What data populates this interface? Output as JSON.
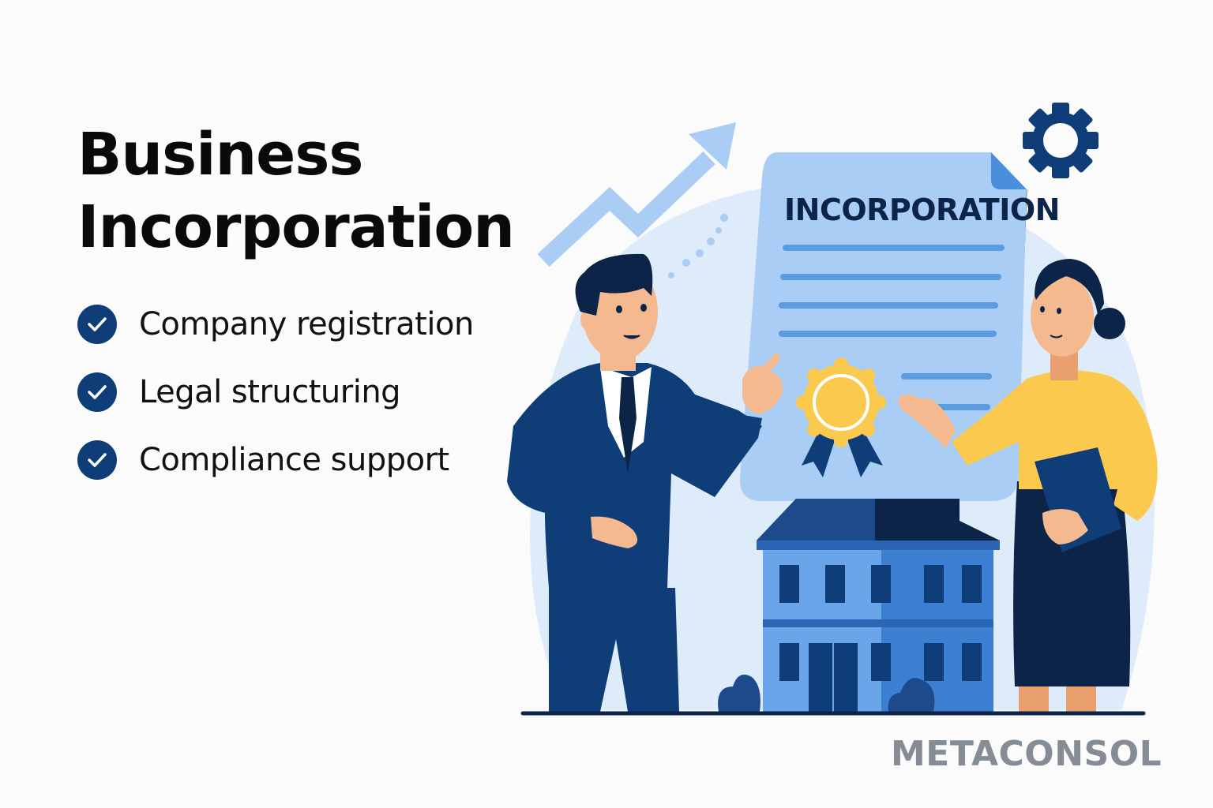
{
  "headline": {
    "line1": "Business",
    "line2": "Incorporation"
  },
  "features": [
    {
      "label": "Company registration",
      "icon": "check-circle-icon"
    },
    {
      "label": "Legal structuring",
      "icon": "check-circle-icon"
    },
    {
      "label": "Compliance support",
      "icon": "check-circle-icon"
    }
  ],
  "illustration": {
    "document_title": "INCORPORATION",
    "icons": [
      "trend-up-arrow-icon",
      "gear-icon",
      "award-seal-icon",
      "building-icon"
    ]
  },
  "brand": {
    "name": "METACONSOL"
  },
  "colors": {
    "navy": "#0e3d78",
    "dark_navy": "#0b2447",
    "light_blue": "#a9cdf5",
    "mid_blue": "#5b9be0",
    "yellow": "#fbc94e",
    "skin": "#f4b98f",
    "brand_gray": "#868c96"
  }
}
